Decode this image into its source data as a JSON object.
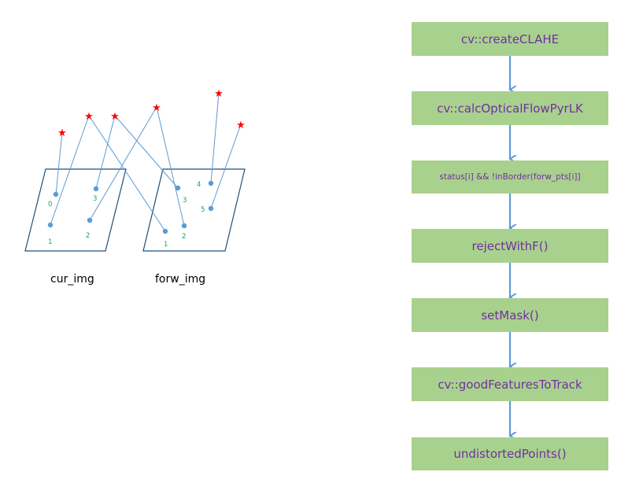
{
  "colors": {
    "box_fill": "#a9d18e",
    "box_text": "#7030a0",
    "arrow": "#5b9bd5",
    "frame": "#1f4e79",
    "point": "#5b9bd5",
    "point_label": "#00b050",
    "star": "#ff0000",
    "line": "#5b9bd5"
  },
  "images": {
    "cur_label": "cur_img",
    "forw_label": "forw_img"
  },
  "point_labels": {
    "cur": [
      "0",
      "1",
      "2",
      "3"
    ],
    "forw": [
      "1",
      "2",
      "3",
      "4",
      "5"
    ]
  },
  "flow": {
    "steps": [
      "cv::createCLAHE",
      "cv::calcOpticalFlowPyrLK",
      "status[i] && !inBorder(forw_pts[i]]",
      "rejectWithF()",
      "setMask()",
      "cv::goodFeaturesToTrack",
      "undistortedPoints()"
    ]
  }
}
